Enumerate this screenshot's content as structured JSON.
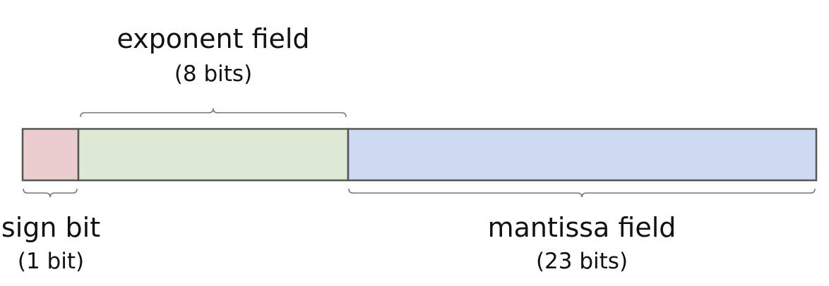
{
  "fields": [
    {
      "id": "sign",
      "name": "sign bit",
      "size_text": "(1 bit)",
      "bits": 1,
      "color": "#eccdcd"
    },
    {
      "id": "exponent",
      "name": "exponent field",
      "size_text": "(8 bits)",
      "bits": 8,
      "color": "#dde9d4"
    },
    {
      "id": "mantissa",
      "name": "mantissa field",
      "size_text": "(23 bits)",
      "bits": 23,
      "color": "#cddaf2"
    }
  ],
  "colors": {
    "border": "#555555",
    "brace": "#777777",
    "text": "#111111"
  }
}
